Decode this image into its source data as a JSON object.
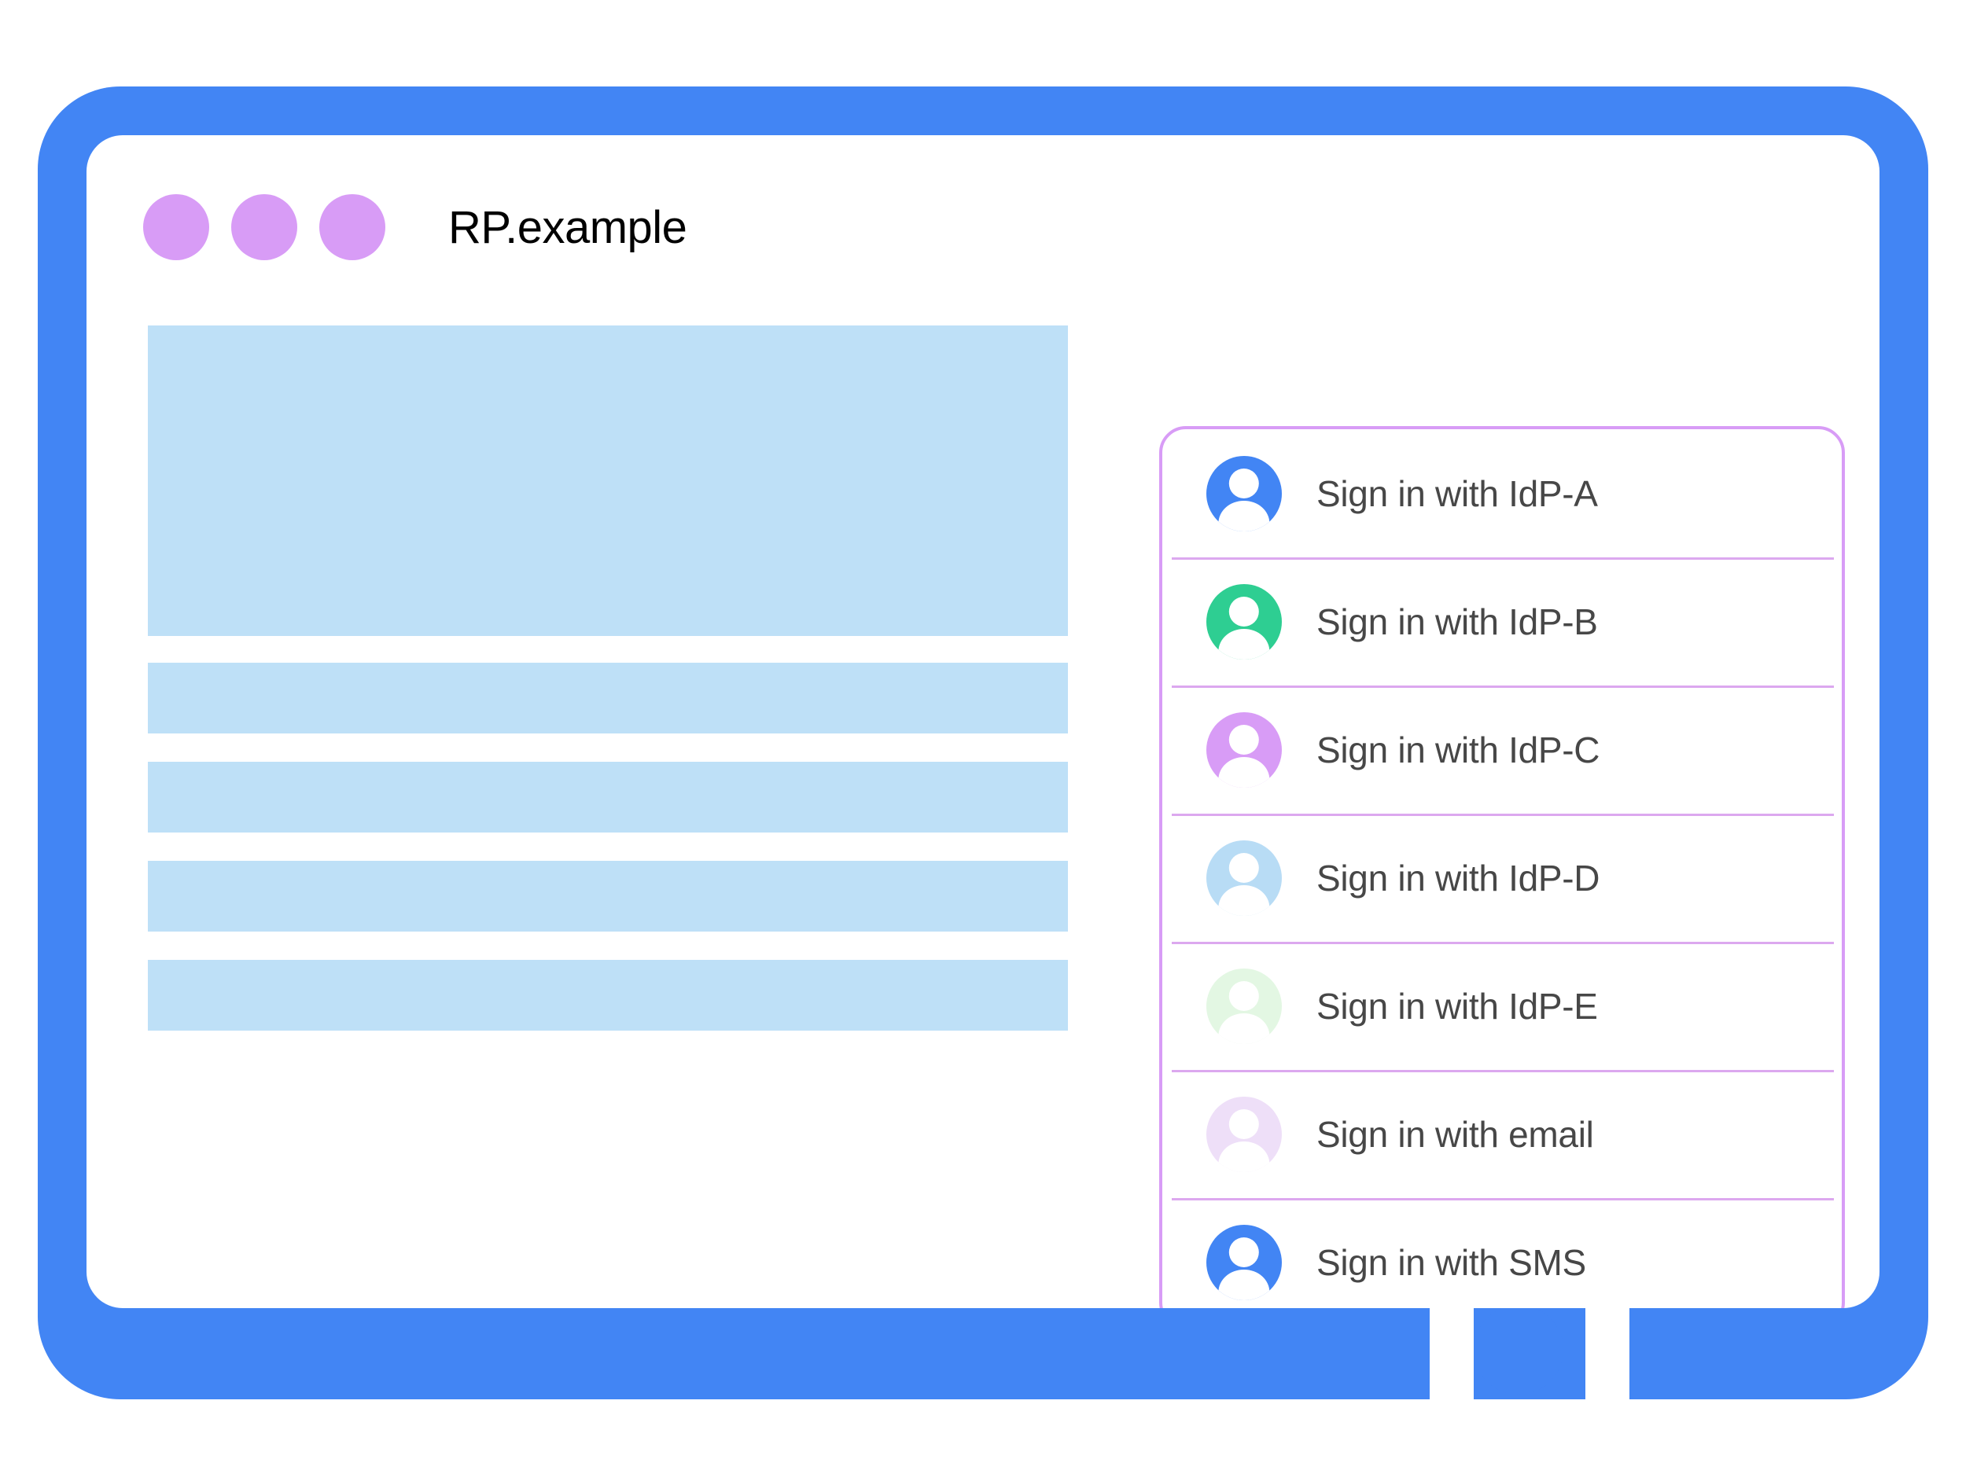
{
  "device": {
    "frame_color": "#4285F4",
    "home_button_name": "home-button"
  },
  "browser": {
    "title": "RP.example",
    "window_dots": [
      {
        "name": "window-dot-1",
        "color": "#D89CF6"
      },
      {
        "name": "window-dot-2",
        "color": "#D89CF6"
      },
      {
        "name": "window-dot-3",
        "color": "#D89CF6"
      }
    ]
  },
  "page_content": {
    "placeholder_color": "#BEE0F7",
    "blocks": [
      {
        "name": "hero-placeholder",
        "kind": "hero"
      },
      {
        "name": "text-placeholder-1",
        "kind": "line"
      },
      {
        "name": "text-placeholder-2",
        "kind": "line"
      },
      {
        "name": "text-placeholder-3",
        "kind": "line"
      },
      {
        "name": "text-placeholder-4",
        "kind": "line"
      }
    ]
  },
  "signin_card": {
    "border_color": "#D89CF6",
    "divider_color": "#DCA8EF",
    "label_color": "#474747",
    "options": [
      {
        "label": "Sign in with IdP-A",
        "avatar_color": "#4285F4",
        "icon": "account-circle-icon"
      },
      {
        "label": "Sign in with IdP-B",
        "avatar_color": "#2ECE92",
        "icon": "account-circle-icon"
      },
      {
        "label": "Sign in with IdP-C",
        "avatar_color": "#D89CF6",
        "icon": "account-circle-icon"
      },
      {
        "label": "Sign in with IdP-D",
        "avatar_color": "#B8DCF5",
        "icon": "account-circle-icon"
      },
      {
        "label": "Sign in with IdP-E",
        "avatar_color": "#E3F7E3",
        "icon": "account-circle-icon"
      },
      {
        "label": "Sign in with email",
        "avatar_color": "#EEDFF8",
        "icon": "account-circle-icon"
      },
      {
        "label": "Sign in with SMS",
        "avatar_color": "#4285F4",
        "icon": "account-circle-icon"
      }
    ]
  }
}
